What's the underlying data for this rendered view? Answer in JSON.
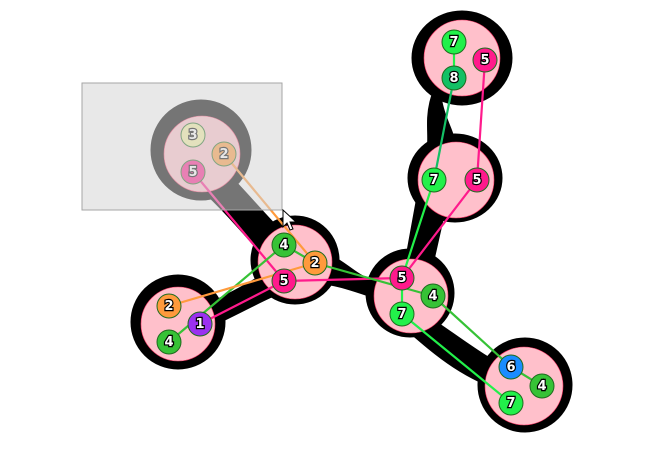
{
  "colors": {
    "background": "#ffffff",
    "blob": "#000000",
    "blob_outline": "#ff3b6b",
    "hub_fill": "#ffc0cb",
    "selection_overlay": "#d6d6d6",
    "cursor": "#ffffff"
  },
  "node_colors": {
    "1": "#9b30f0",
    "2": "#ff9a3c",
    "3": "#f3f0a0",
    "4": "#36c236",
    "5": "#ff1a8c",
    "6": "#1a8cff",
    "7": "#22f04a",
    "8": "#13c065"
  },
  "hubs": [
    {
      "id": "hub-top",
      "nodes": [
        "hub-top-7",
        "hub-top-8",
        "hub-top-5"
      ]
    },
    {
      "id": "hub-upper-right",
      "nodes": [
        "hub-ur-7",
        "hub-ur-5"
      ]
    },
    {
      "id": "hub-upper-left",
      "nodes": [
        "hub-ul-3",
        "hub-ul-2",
        "hub-ul-5"
      ]
    },
    {
      "id": "hub-center-left",
      "nodes": [
        "hub-cl-4",
        "hub-cl-2",
        "hub-cl-5"
      ]
    },
    {
      "id": "hub-left",
      "nodes": [
        "hub-l-2",
        "hub-l-1",
        "hub-l-4"
      ]
    },
    {
      "id": "hub-center-right",
      "nodes": [
        "hub-cr-5",
        "hub-cr-4",
        "hub-cr-7"
      ]
    },
    {
      "id": "hub-bottom-right",
      "nodes": [
        "hub-br-6",
        "hub-br-4",
        "hub-br-7"
      ]
    }
  ],
  "nodes": [
    {
      "id": "hub-top-7",
      "label": "7"
    },
    {
      "id": "hub-top-8",
      "label": "8"
    },
    {
      "id": "hub-top-5",
      "label": "5"
    },
    {
      "id": "hub-ur-7",
      "label": "7"
    },
    {
      "id": "hub-ur-5",
      "label": "5"
    },
    {
      "id": "hub-ul-3",
      "label": "3"
    },
    {
      "id": "hub-ul-2",
      "label": "2"
    },
    {
      "id": "hub-ul-5",
      "label": "5"
    },
    {
      "id": "hub-cl-4",
      "label": "4"
    },
    {
      "id": "hub-cl-2",
      "label": "2"
    },
    {
      "id": "hub-cl-5",
      "label": "5"
    },
    {
      "id": "hub-l-2",
      "label": "2"
    },
    {
      "id": "hub-l-1",
      "label": "1"
    },
    {
      "id": "hub-l-4",
      "label": "4"
    },
    {
      "id": "hub-cr-5",
      "label": "5"
    },
    {
      "id": "hub-cr-4",
      "label": "4"
    },
    {
      "id": "hub-cr-7",
      "label": "7"
    },
    {
      "id": "hub-br-6",
      "label": "6"
    },
    {
      "id": "hub-br-4",
      "label": "4"
    },
    {
      "id": "hub-br-7",
      "label": "7"
    }
  ],
  "edges": [
    {
      "from": "hub-top-7",
      "to": "hub-top-8",
      "color": "7"
    },
    {
      "from": "hub-top-8",
      "to": "hub-ur-7",
      "color": "8"
    },
    {
      "from": "hub-top-5",
      "to": "hub-ur-5",
      "color": "5"
    },
    {
      "from": "hub-ur-7",
      "to": "hub-cr-5",
      "color": "7"
    },
    {
      "from": "hub-ur-5",
      "to": "hub-cr-5",
      "color": "5"
    },
    {
      "from": "hub-ul-2",
      "to": "hub-cl-2",
      "color": "2"
    },
    {
      "from": "hub-ul-5",
      "to": "hub-cl-5",
      "color": "5"
    },
    {
      "from": "hub-cl-5",
      "to": "hub-cr-5",
      "color": "5"
    },
    {
      "from": "hub-cl-2",
      "to": "hub-cr-4",
      "color": "4"
    },
    {
      "from": "hub-cl-4",
      "to": "hub-cl-2",
      "color": "4"
    },
    {
      "from": "hub-cl-4",
      "to": "hub-l-4",
      "color": "4"
    },
    {
      "from": "hub-cl-2",
      "to": "hub-l-2",
      "color": "2"
    },
    {
      "from": "hub-cl-5",
      "to": "hub-l-1",
      "color": "5"
    },
    {
      "from": "hub-cr-4",
      "to": "hub-br-6",
      "color": "4"
    },
    {
      "from": "hub-cr-7",
      "to": "hub-br-7",
      "color": "7"
    },
    {
      "from": "hub-cr-5",
      "to": "hub-cr-7",
      "color": "7"
    },
    {
      "from": "hub-br-6",
      "to": "hub-br-4",
      "color": "4"
    }
  ],
  "selection": {
    "hub": "hub-upper-left"
  }
}
